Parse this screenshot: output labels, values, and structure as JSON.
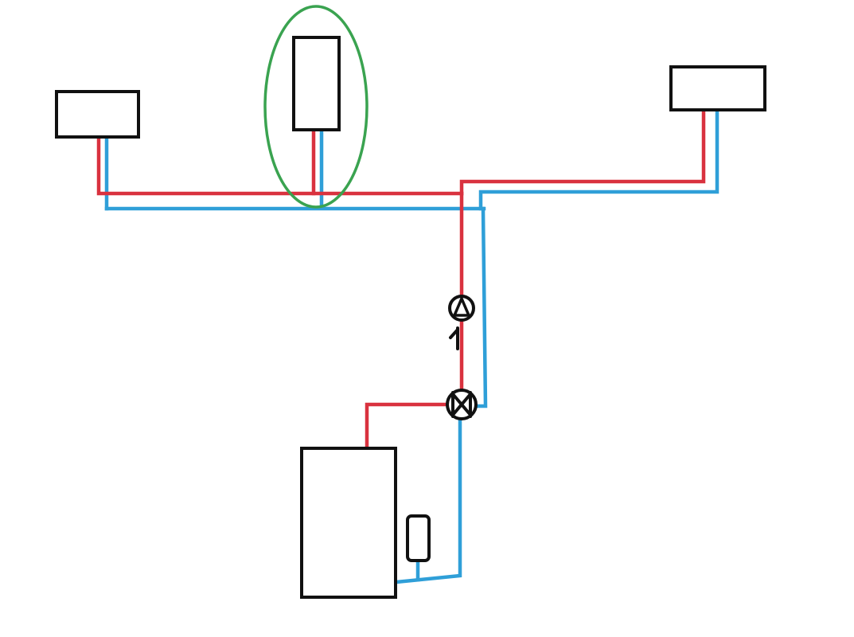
{
  "colors": {
    "hot_pipe": "#d9323f",
    "cold_pipe": "#2f9fd8",
    "outline": "#111111",
    "highlight": "#3aa350",
    "background": "#ffffff"
  },
  "components": [
    {
      "id": "radiator-left",
      "kind": "radiator"
    },
    {
      "id": "radiator-center-vertical",
      "kind": "radiator",
      "highlighted": true
    },
    {
      "id": "radiator-right",
      "kind": "radiator"
    },
    {
      "id": "boiler",
      "kind": "boiler"
    },
    {
      "id": "expansion-tank",
      "kind": "expansion-tank"
    },
    {
      "id": "circulation-pump",
      "kind": "pump"
    },
    {
      "id": "check-valve",
      "kind": "check-valve"
    },
    {
      "id": "three-way-valve",
      "kind": "mixing-valve"
    }
  ]
}
